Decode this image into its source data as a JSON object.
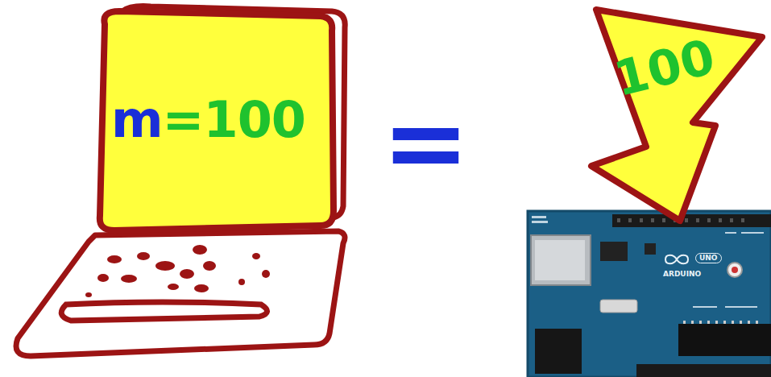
{
  "diagram": {
    "nodes": [
      {
        "text": [
          "m=100"
        ]
      },
      {
        "text": [
          "100"
        ]
      },
      {
        "text": [
          "UNO",
          "ARDUINO"
        ]
      }
    ],
    "labels": [
      "="
    ]
  }
}
